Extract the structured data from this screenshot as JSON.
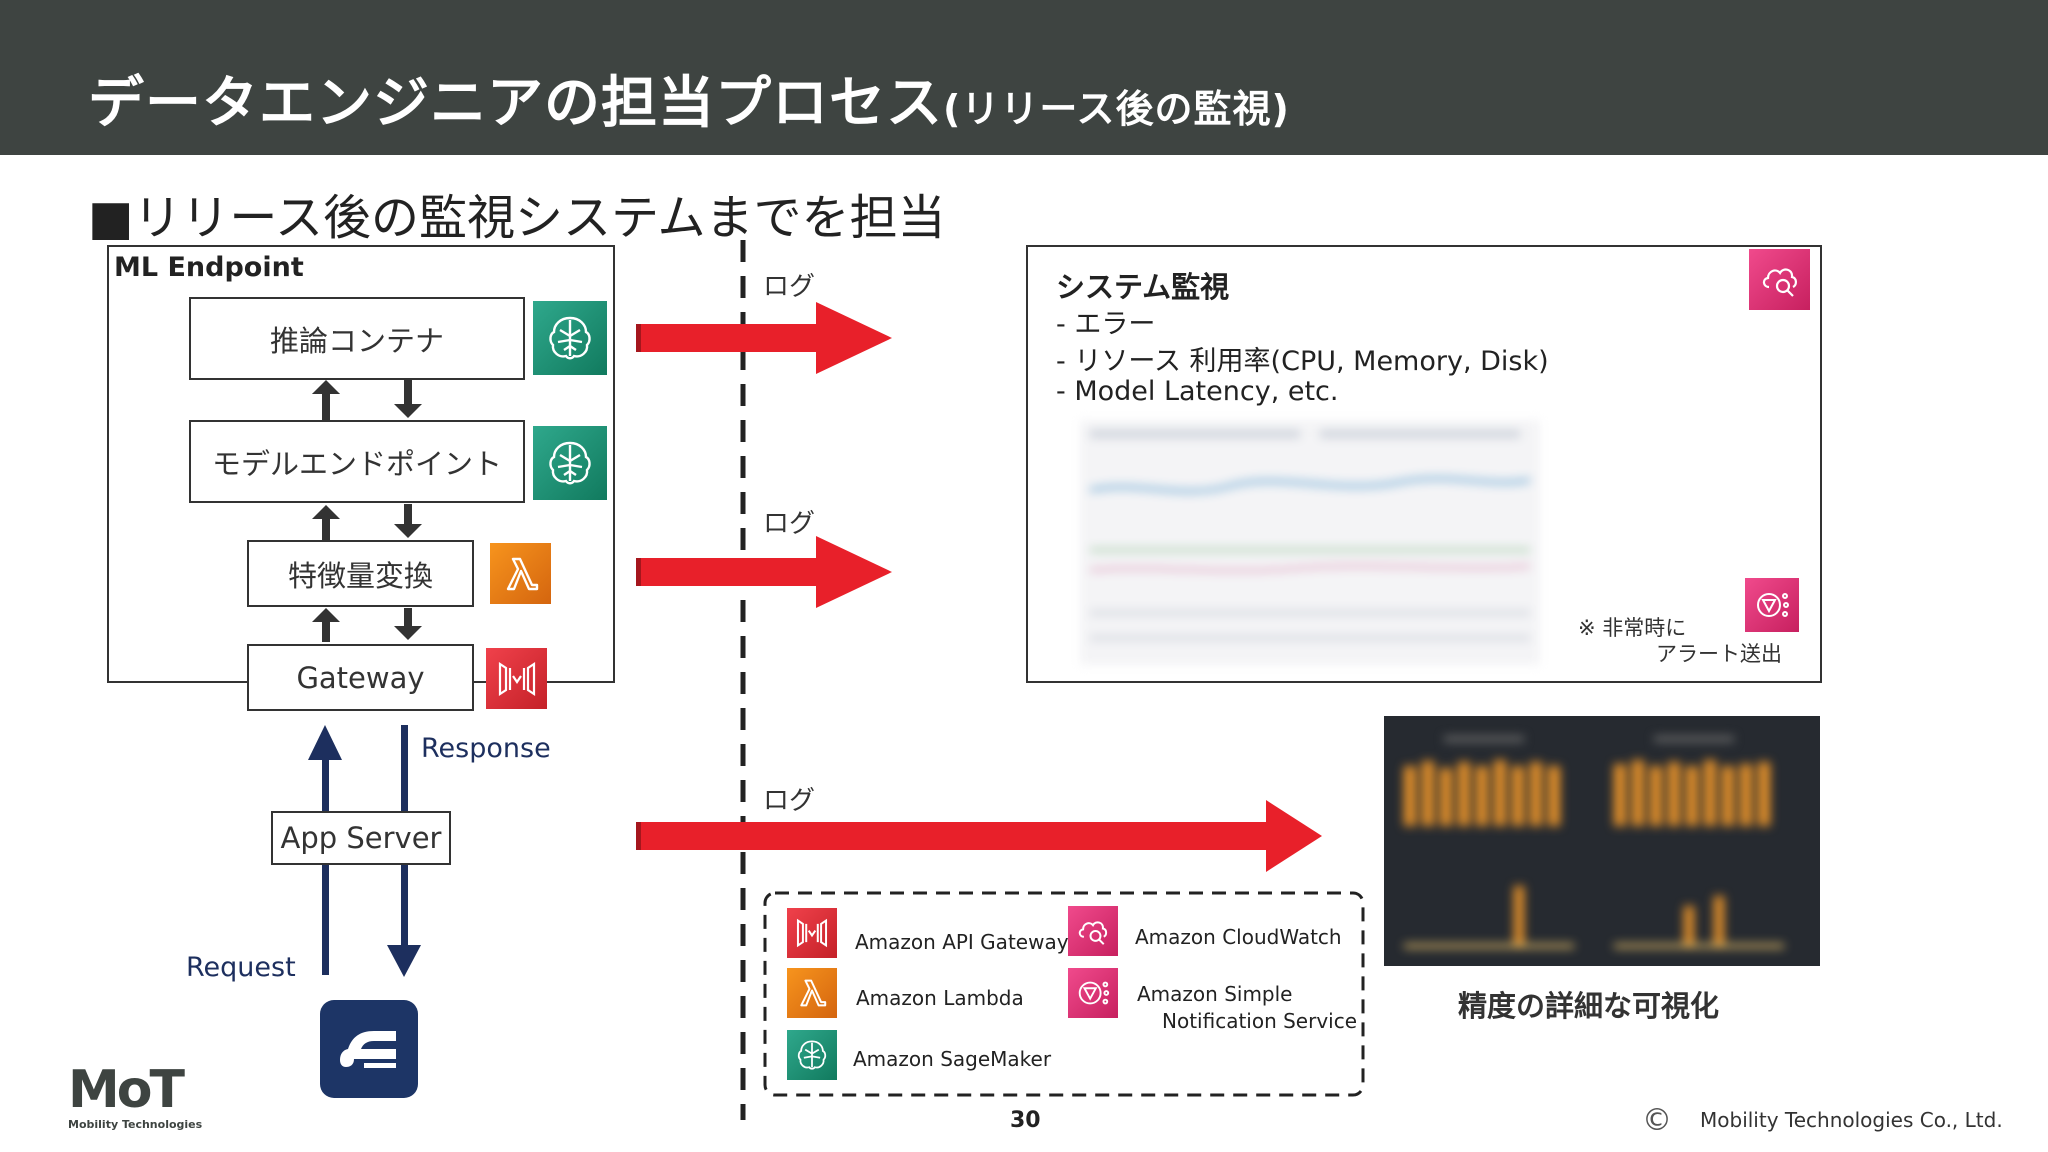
{
  "header": {
    "title_main": "データエンジニアの担当プロセス",
    "title_sub": "(リリース後の監視)"
  },
  "subtitle": "■リリース後の監視システムまでを担当",
  "ml_endpoint": {
    "label": "ML Endpoint",
    "steps": [
      "推論コンテナ",
      "モデルエンドポイント",
      "特徴量変換",
      "Gateway"
    ]
  },
  "app_server": "App Server",
  "response_label": "Response",
  "request_label": "Request",
  "log_labels": [
    "ログ",
    "ログ",
    "ログ"
  ],
  "monitoring": {
    "title": "システム監視",
    "lines": [
      "- エラー",
      "- リソース 利用率(CPU, Memory, Disk)",
      "- Model Latency, etc."
    ],
    "alert_note_1": "※ 非常時に",
    "alert_note_2": "アラート送出"
  },
  "accuracy_caption": "精度の詳細な可視化",
  "legend": {
    "api_gateway": "Amazon API Gateway",
    "lambda": "Amazon Lambda",
    "sagemaker": "Amazon SageMaker",
    "cloudwatch": "Amazon CloudWatch",
    "sns_1": "Amazon Simple",
    "sns_2": "Notification Service"
  },
  "footer": {
    "page_number": "30",
    "copyright_symbol": "©",
    "company": "Mobility Technologies Co., Ltd.",
    "logo_text": "MoT",
    "logo_sub": "Mobility Technologies"
  },
  "colors": {
    "header_bg": "#3e4441",
    "arrow_red": "#e8202a",
    "navy": "#1d2f5e",
    "sagemaker": "#1b8f72",
    "lambda": "#ed7d1c",
    "api_gateway": "#d9262e",
    "cloudwatch": "#e0307a"
  },
  "icons": [
    "sagemaker-icon",
    "lambda-icon",
    "api-gateway-icon",
    "cloudwatch-icon",
    "sns-icon",
    "car-app-icon"
  ]
}
